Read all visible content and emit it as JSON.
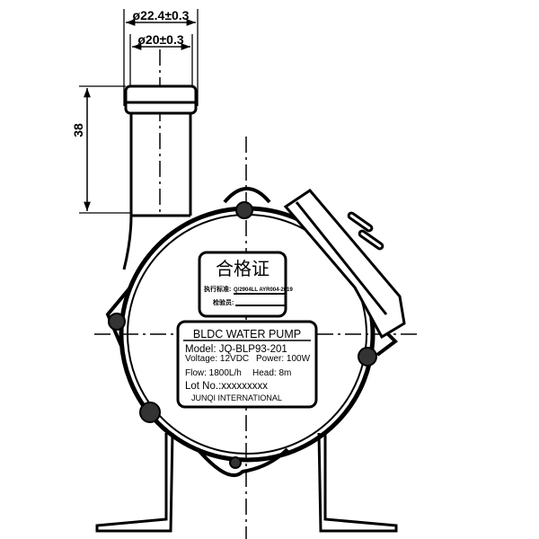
{
  "dimensions": {
    "outer_diameter": "ø22.4±0.3",
    "inner_diameter": "ø20±0.3",
    "inlet_length": "38"
  },
  "certificate": {
    "title": "合格证",
    "standard_label": "执行标准:",
    "standard_value": "Q/2904LL AYR004-2019",
    "inspector_label": "检验员:"
  },
  "nameplate": {
    "title": "BLDC WATER PUMP",
    "model": "Model: JQ-BLP93-201",
    "voltage": "Voltage: 12VDC",
    "power": "Power: 100W",
    "flow": "Flow: 1800L/h",
    "head": "Head:  8m",
    "lot": "Lot No.:xxxxxxxxx",
    "maker": "JUNQI INTERNATIONAL"
  }
}
